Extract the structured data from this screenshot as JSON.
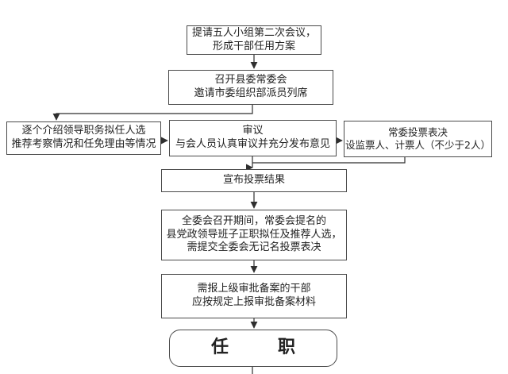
{
  "flowchart": {
    "background_color": "#ffffff",
    "line_color": "#2f2f2f",
    "box_border_color": "#4a4a4a",
    "nodes": {
      "propose": {
        "lines": [
          "提请五人小组第二次会议，",
          "形成干部任用方案"
        ]
      },
      "convene": {
        "lines": [
          "召开县委常委会",
          "邀请市委组织部派员列席"
        ]
      },
      "introduce": {
        "lines": [
          "逐个介绍领导职务拟任人选",
          "推荐考察情况和任免理由等情况"
        ]
      },
      "review": {
        "lines": [
          "审议",
          "与会人员认真审议并充分发布意见"
        ]
      },
      "vote": {
        "lines": [
          "常委投票表决",
          "设监票人、计票人（不少于2人）"
        ]
      },
      "announce": {
        "lines": [
          "宣布投票结果"
        ]
      },
      "plenary": {
        "lines": [
          "全委会召开期间，常委会提名的",
          "县党政领导班子正职拟任及推荐人选，",
          "需提交全委会无记名投票表决"
        ]
      },
      "report": {
        "lines": [
          "需报上级审批备案的干部",
          "应按规定上报审批备案材料"
        ]
      },
      "appoint": {
        "chars": [
          "任",
          "职"
        ]
      }
    }
  }
}
